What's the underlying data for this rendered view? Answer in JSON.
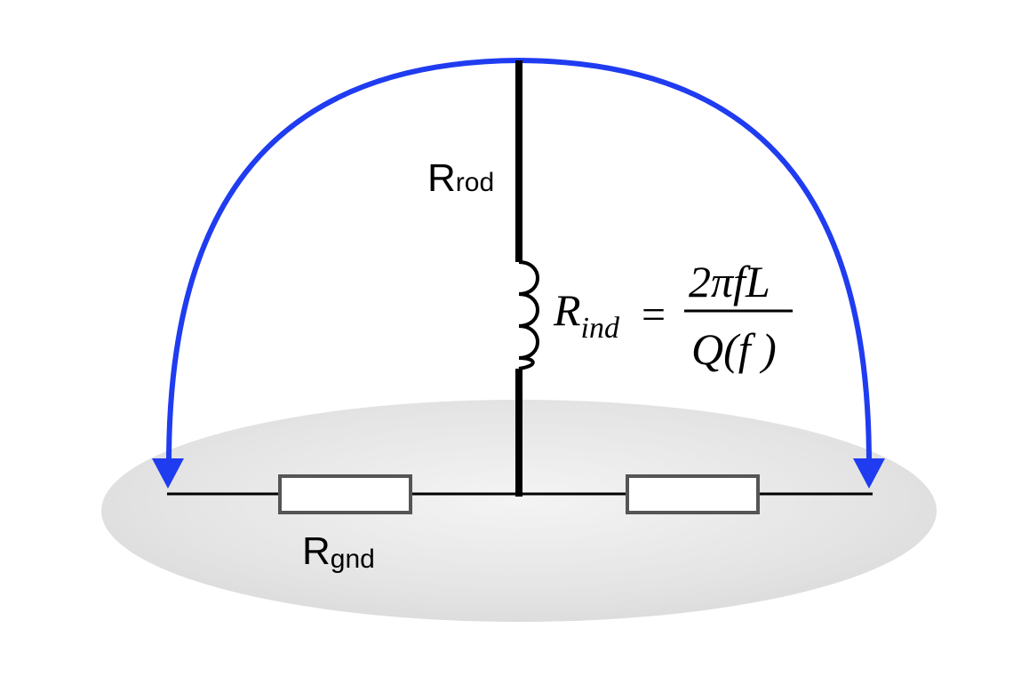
{
  "labels": {
    "rod_main": "R",
    "rod_sub": "rod",
    "gnd_main": "R",
    "gnd_sub": "gnd"
  },
  "formula": {
    "lhs_main": "R",
    "lhs_sub": "ind",
    "equals": "=",
    "numerator": "2πfL",
    "denominator": "Q(f )"
  },
  "colors": {
    "current_path": "#1f3cf0",
    "conductor": "#000000",
    "resistor_outline": "#555555",
    "ground_fill": "#e6e6e6"
  }
}
